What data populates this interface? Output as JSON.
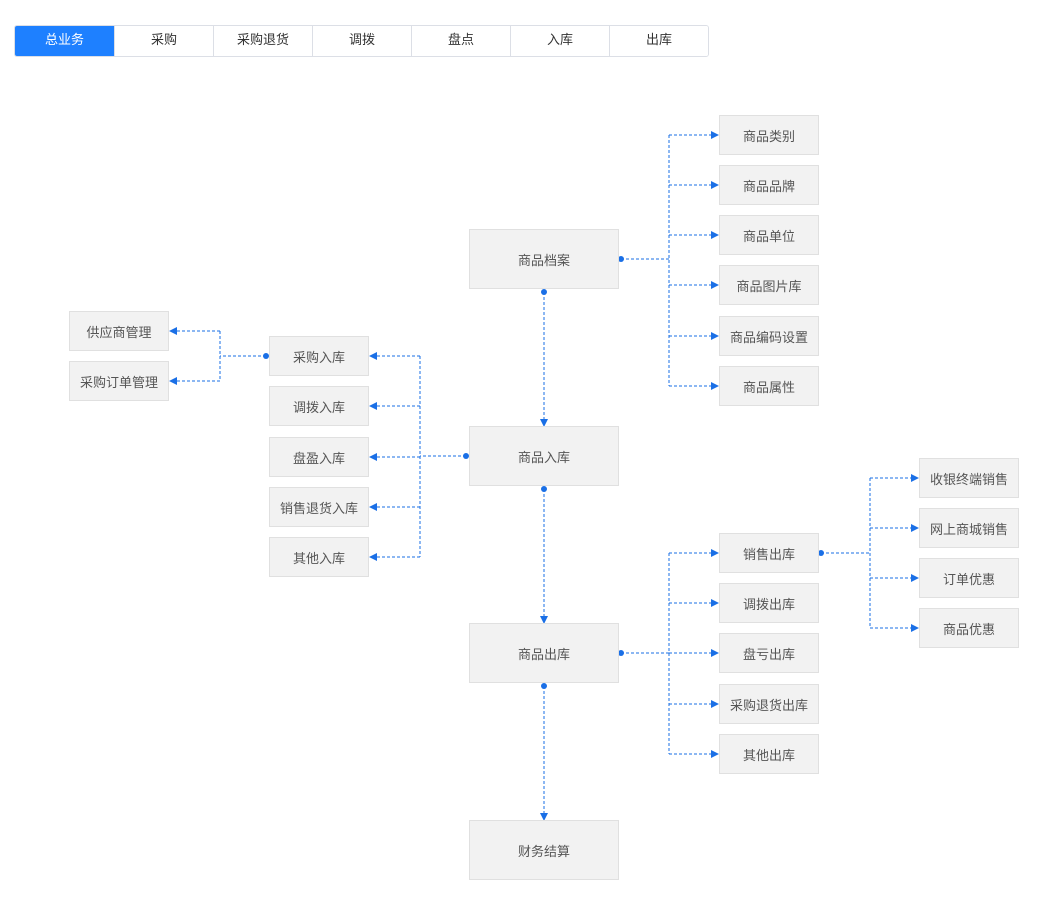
{
  "tabs": [
    "总业务",
    "采购",
    "采购退货",
    "调拨",
    "盘点",
    "入库",
    "出库"
  ],
  "active_tab": "总业务",
  "colors": {
    "accent": "#1e80ff",
    "node_bg": "#f2f2f2",
    "link": "#1a6fe6"
  },
  "nodes": {
    "archive": "商品档案",
    "inbound": "商品入库",
    "outbound": "商品出库",
    "finance": "财务结算",
    "category": "商品类别",
    "brand": "商品品牌",
    "unit": "商品单位",
    "gallery": "商品图片库",
    "code_setting": "商品编码设置",
    "attribute": "商品属性",
    "purchase_in": "采购入库",
    "transfer_in": "调拨入库",
    "surplus_in": "盘盈入库",
    "sales_return_in": "销售退货入库",
    "other_in": "其他入库",
    "supplier": "供应商管理",
    "purchase_order": "采购订单管理",
    "sales_out": "销售出库",
    "transfer_out": "调拨出库",
    "loss_out": "盘亏出库",
    "purchase_return_out": "采购退货出库",
    "other_out": "其他出库",
    "pos_sales": "收银终端销售",
    "online_sales": "网上商城销售",
    "order_discount": "订单优惠",
    "goods_discount": "商品优惠"
  }
}
